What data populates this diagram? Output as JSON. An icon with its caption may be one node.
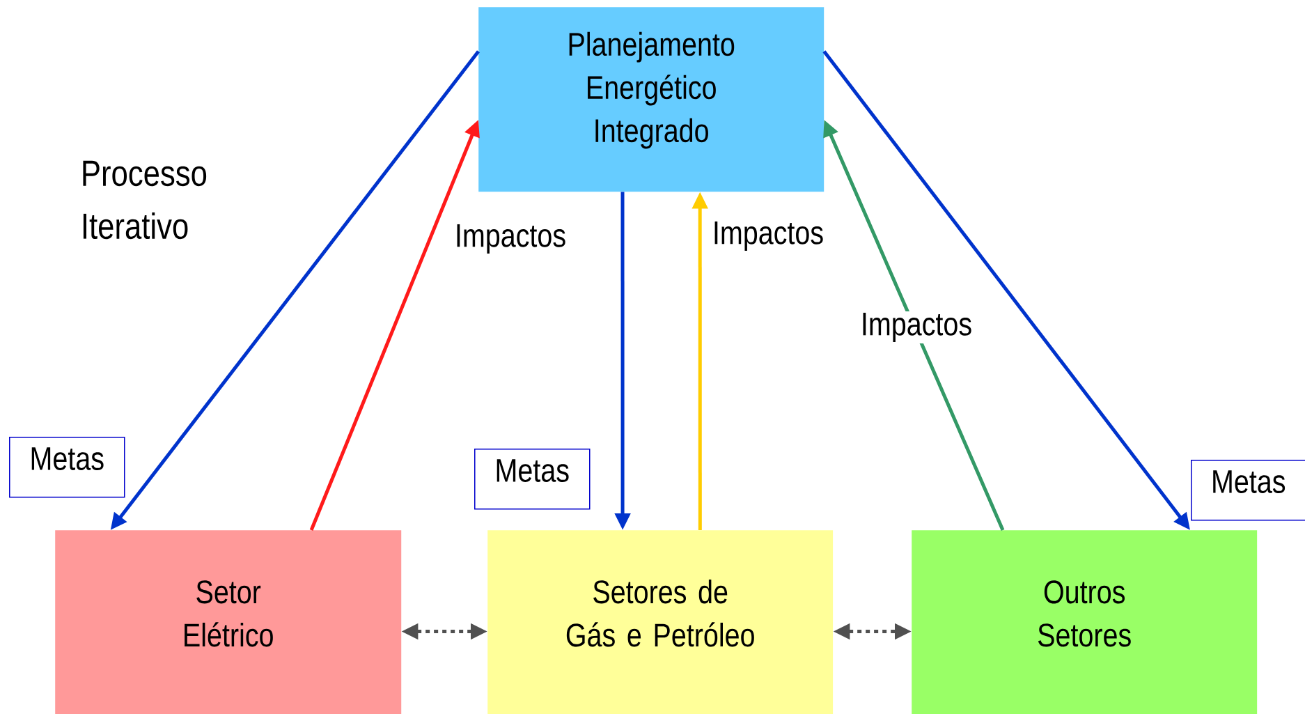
{
  "diagram": {
    "nodes": [
      {
        "text": [
          "Planejamento Energético Integrado"
        ]
      },
      {
        "text": [
          "Setor Elétrico"
        ]
      },
      {
        "text": [
          "Setores de Gás e Petróleo"
        ]
      },
      {
        "text": [
          "Outros Setores"
        ]
      },
      {
        "text": [
          "Metas"
        ]
      },
      {
        "text": [
          "Metas"
        ]
      },
      {
        "text": [
          "Metas"
        ]
      }
    ],
    "edges": [
      {
        "from": 0,
        "to": 1,
        "arrow": "to"
      },
      {
        "from": 1,
        "to": 0,
        "arrow": "to",
        "color": "#ff1a1a",
        "label": "Impactos"
      },
      {
        "from": 0,
        "to": 2,
        "arrow": "to"
      },
      {
        "from": 2,
        "to": 0,
        "arrow": "to",
        "color": "#ffcc00",
        "label": "Impactos"
      },
      {
        "from": 0,
        "to": 3,
        "arrow": "to"
      },
      {
        "from": 3,
        "to": 0,
        "arrow": "to",
        "color": "#339966",
        "label": "Impactos"
      },
      {
        "from": 1,
        "to": 2,
        "arrow": "both",
        "style": "dashed",
        "color": "#505050"
      },
      {
        "from": 2,
        "to": 3,
        "arrow": "both",
        "style": "dashed",
        "color": "#505050"
      }
    ],
    "labels": [
      "Processo Iterativo"
    ]
  }
}
